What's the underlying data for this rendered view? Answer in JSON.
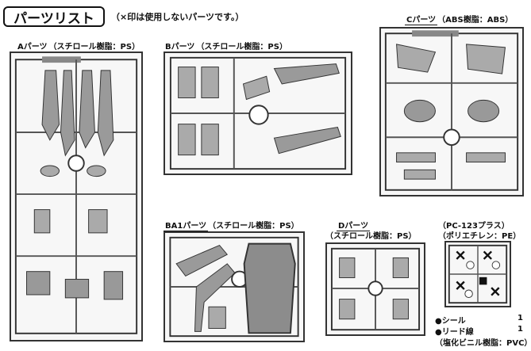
{
  "header": {
    "title": "パーツリスト",
    "note": "（×印は使用しないパーツです。）"
  },
  "panels": {
    "a": {
      "name": "Aパーツ",
      "material": "（スチロール樹脂：PS）"
    },
    "b": {
      "name": "Bパーツ",
      "material": "（スチロール樹脂：PS）"
    },
    "c": {
      "name": "Cパーツ",
      "material": "（ABS樹脂：ABS）"
    },
    "ba1": {
      "name": "BA1パーツ",
      "material": "（スチロール樹脂：PS）"
    },
    "d": {
      "name": "Dパーツ",
      "material": "（スチロール樹脂：PS）"
    },
    "pc": {
      "name": "（PC-123プラス）",
      "material": "（ポリエチレン：PE）"
    }
  },
  "legend": {
    "seal_label": "●シール",
    "seal_count": "1",
    "lead_label": "●リード線",
    "lead_count": "1",
    "lead_material": "（塩化ビニル樹脂：PVC）"
  }
}
